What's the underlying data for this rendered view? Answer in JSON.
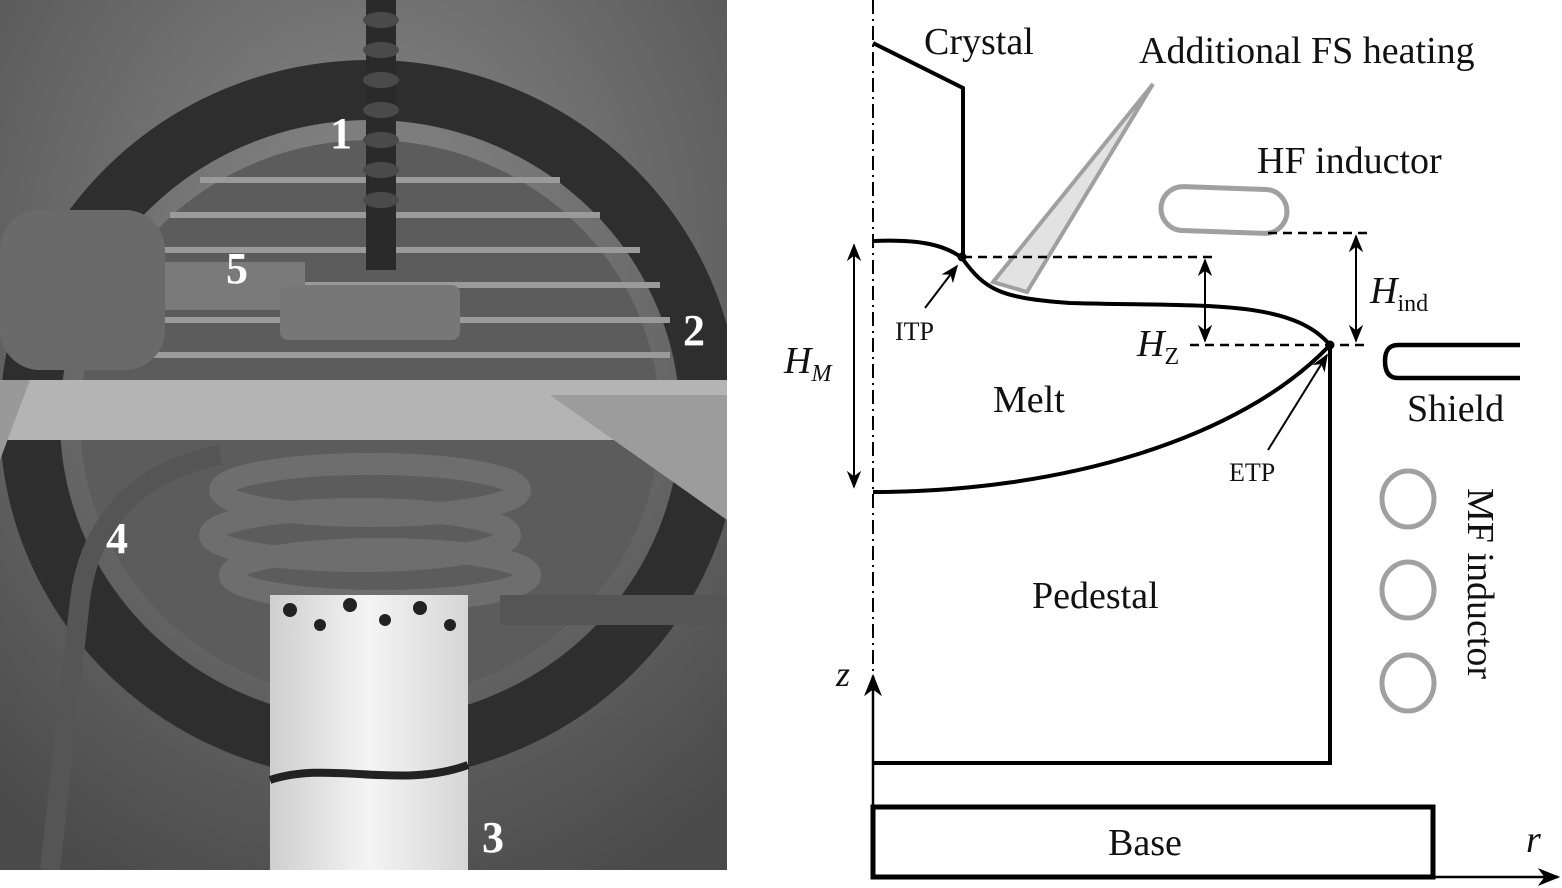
{
  "photo": {
    "description": "Grayscale photograph of floating-zone growth setup",
    "labels": [
      "1",
      "2",
      "3",
      "4",
      "5"
    ]
  },
  "diagram": {
    "labels": {
      "crystal": "Crystal",
      "fs_heating": "Additional FS heating",
      "hf_inductor": "HF inductor",
      "itp": "ITP",
      "etp": "ETP",
      "melt": "Melt",
      "pedestal": "Pedestal",
      "shield": "Shield",
      "mf_inductor": "MF inductor",
      "base": "Base",
      "h_m_main": "H",
      "h_m_sub": "M",
      "h_z_main": "H",
      "h_z_sub": "Z",
      "h_ind_main": "H",
      "h_ind_sub": "ind",
      "axis_z": "z",
      "axis_r": "r"
    },
    "colors": {
      "line": "#000000",
      "inductor": "#a0a0a0",
      "fs_beam_fill": "#e2e2e2"
    }
  }
}
